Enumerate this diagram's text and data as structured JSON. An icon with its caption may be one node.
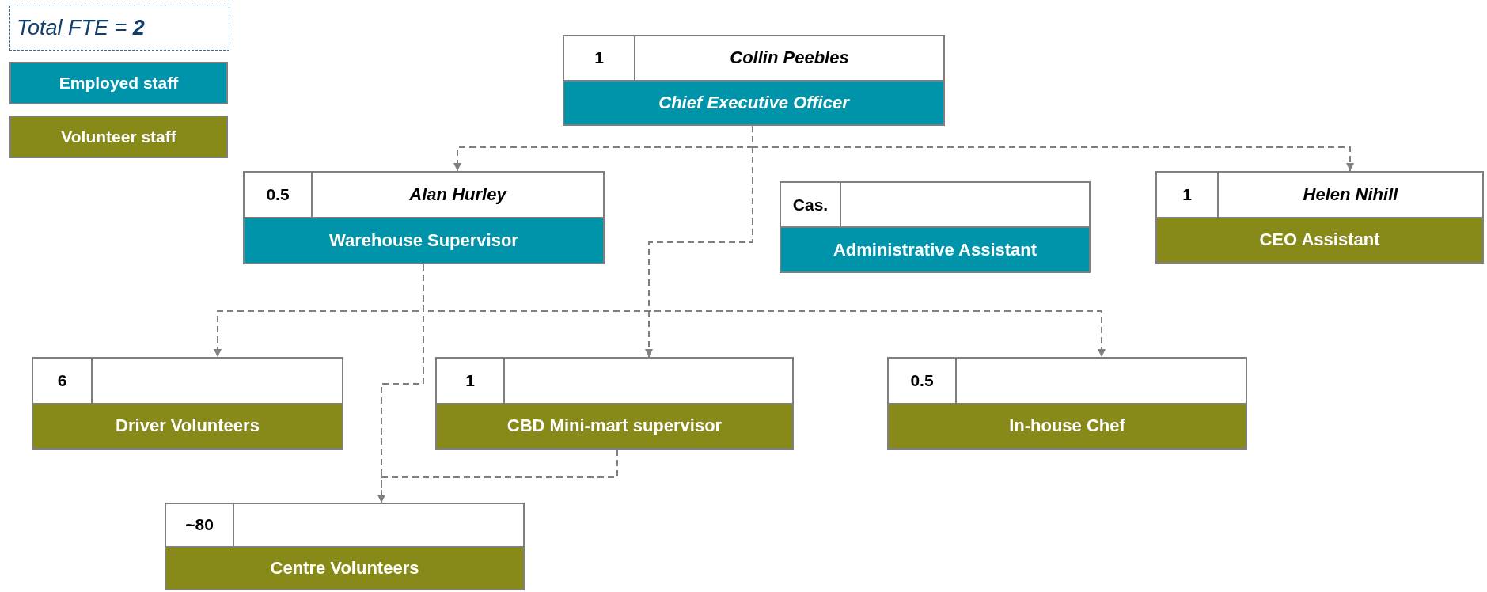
{
  "diagram": {
    "nodes": [
      {
        "text": [
          "Total FTE = **2**"
        ]
      },
      {
        "text": [
          "1",
          "Collin Peebles",
          "Chief Executive Officer"
        ]
      },
      {
        "text": [
          "0.5",
          "Alan Hurley",
          "Warehouse Supervisor"
        ]
      },
      {
        "text": [
          "Cas.",
          "Administrative Assistant"
        ]
      },
      {
        "text": [
          "1",
          "Helen Nihill",
          "CEO Assistant"
        ]
      },
      {
        "text": [
          "6",
          "Driver Volunteers"
        ]
      },
      {
        "text": [
          "1",
          "CBD Mini-mart supervisor"
        ]
      },
      {
        "text": [
          "0.5",
          "In-house Chef"
        ]
      },
      {
        "text": [
          "~80",
          "Centre Volunteers"
        ]
      }
    ],
    "edges": [
      {
        "from": 1,
        "to": 2,
        "arrow": "to",
        "style": "dashed"
      },
      {
        "from": 1,
        "to": 4,
        "arrow": "to",
        "style": "dashed"
      },
      {
        "from": 1,
        "to": 6,
        "arrow": "to",
        "style": "dashed"
      },
      {
        "from": 2,
        "to": 5,
        "arrow": "to",
        "style": "dashed"
      },
      {
        "from": 2,
        "to": 7,
        "arrow": "to",
        "style": "dashed"
      },
      {
        "from": 2,
        "to": 8,
        "arrow": "to",
        "style": "dashed"
      },
      {
        "from": 6,
        "to": 8,
        "arrow": "to",
        "style": "dashed"
      }
    ],
    "legend": [
      {
        "text": "Employed staff",
        "color": "#0094ab"
      },
      {
        "text": "Volunteer staff",
        "color": "#878a19"
      }
    ]
  }
}
